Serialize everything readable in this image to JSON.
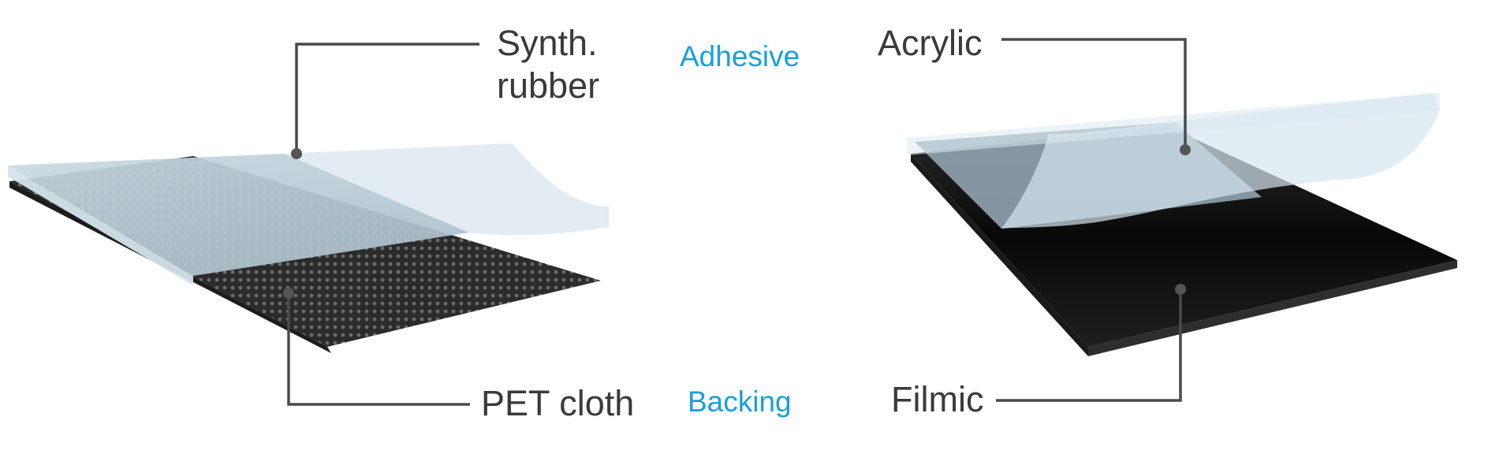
{
  "colors": {
    "label_text": "#3a3a3a",
    "category_text": "#1a9fd9",
    "leader_line": "#4a4a4a",
    "adhesive_layer": "#b9cdd8",
    "cloth_backing": "#3a3a3a",
    "film_backing": "#0c0c0c"
  },
  "left_sample": {
    "adhesive_label": "Synth.\nrubber",
    "backing_label": "PET cloth"
  },
  "right_sample": {
    "adhesive_label": "Acrylic",
    "backing_label": "Filmic"
  },
  "categories": {
    "adhesive": "Adhesive",
    "backing": "Backing"
  }
}
